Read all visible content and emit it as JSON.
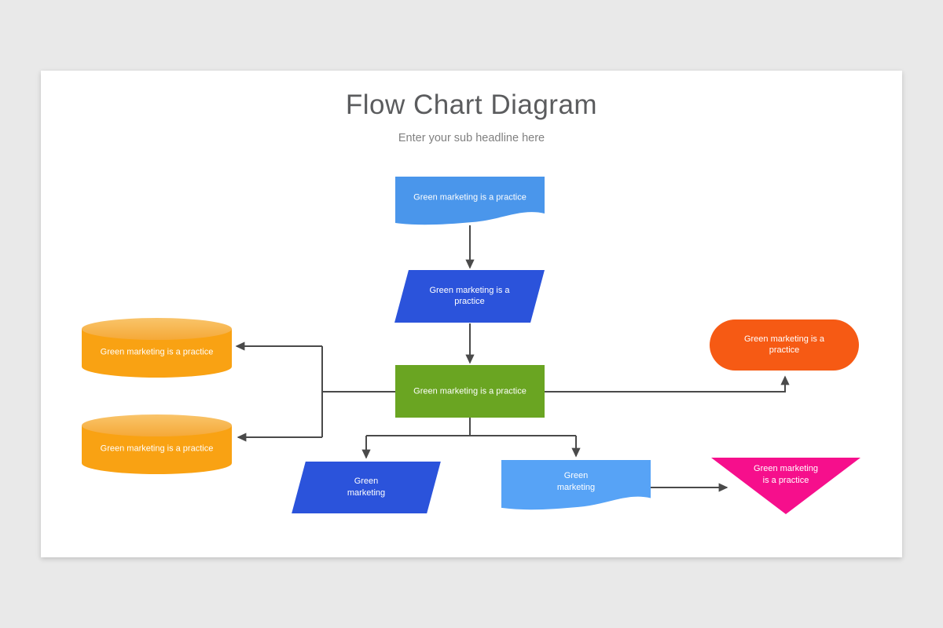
{
  "slide": {
    "title": "Flow Chart Diagram",
    "subtitle": "Enter your sub headline here"
  },
  "colors": {
    "canvas_bg": "#E9E9E9",
    "slide_bg": "#FFFFFF",
    "title_text": "#5B5C5E",
    "subtitle_text": "#808080",
    "node_text": "#FFFFFF",
    "connector": "#4A4A4A",
    "document_top": "#4A96EB",
    "parallelogram": "#2B53DB",
    "process_green": "#6AA522",
    "cylinder_body": "#F9A213",
    "cylinder_top": "#F9C46A",
    "stadium_orange": "#F65A14",
    "document_bottom": "#57A3F6",
    "triangle_pink": "#F60F8C"
  },
  "nodes": {
    "document_top": {
      "shape": "document",
      "color": "#4A96EB",
      "label": "Green marketing is a practice"
    },
    "parallelogram_middle": {
      "shape": "parallelogram",
      "color": "#2B53DB",
      "label": "Green marketing is a practice"
    },
    "process_center": {
      "shape": "rectangle",
      "color": "#6AA522",
      "label": "Green marketing is a practice"
    },
    "database_upper_left": {
      "shape": "cylinder",
      "color": "#F9A213",
      "label": "Green marketing is a practice"
    },
    "database_lower_left": {
      "shape": "cylinder",
      "color": "#F9A213",
      "label": "Green marketing is a practice"
    },
    "terminator_right": {
      "shape": "stadium",
      "color": "#F65A14",
      "label": "Green marketing is a practice"
    },
    "parallelogram_bottom_left": {
      "shape": "parallelogram",
      "color": "#2B53DB",
      "label": "Green marketing"
    },
    "document_bottom_center": {
      "shape": "document",
      "color": "#57A3F6",
      "label": "Green marketing"
    },
    "merge_bottom_right": {
      "shape": "triangle-down",
      "color": "#F60F8C",
      "label": "Green marketing is a practice"
    }
  }
}
